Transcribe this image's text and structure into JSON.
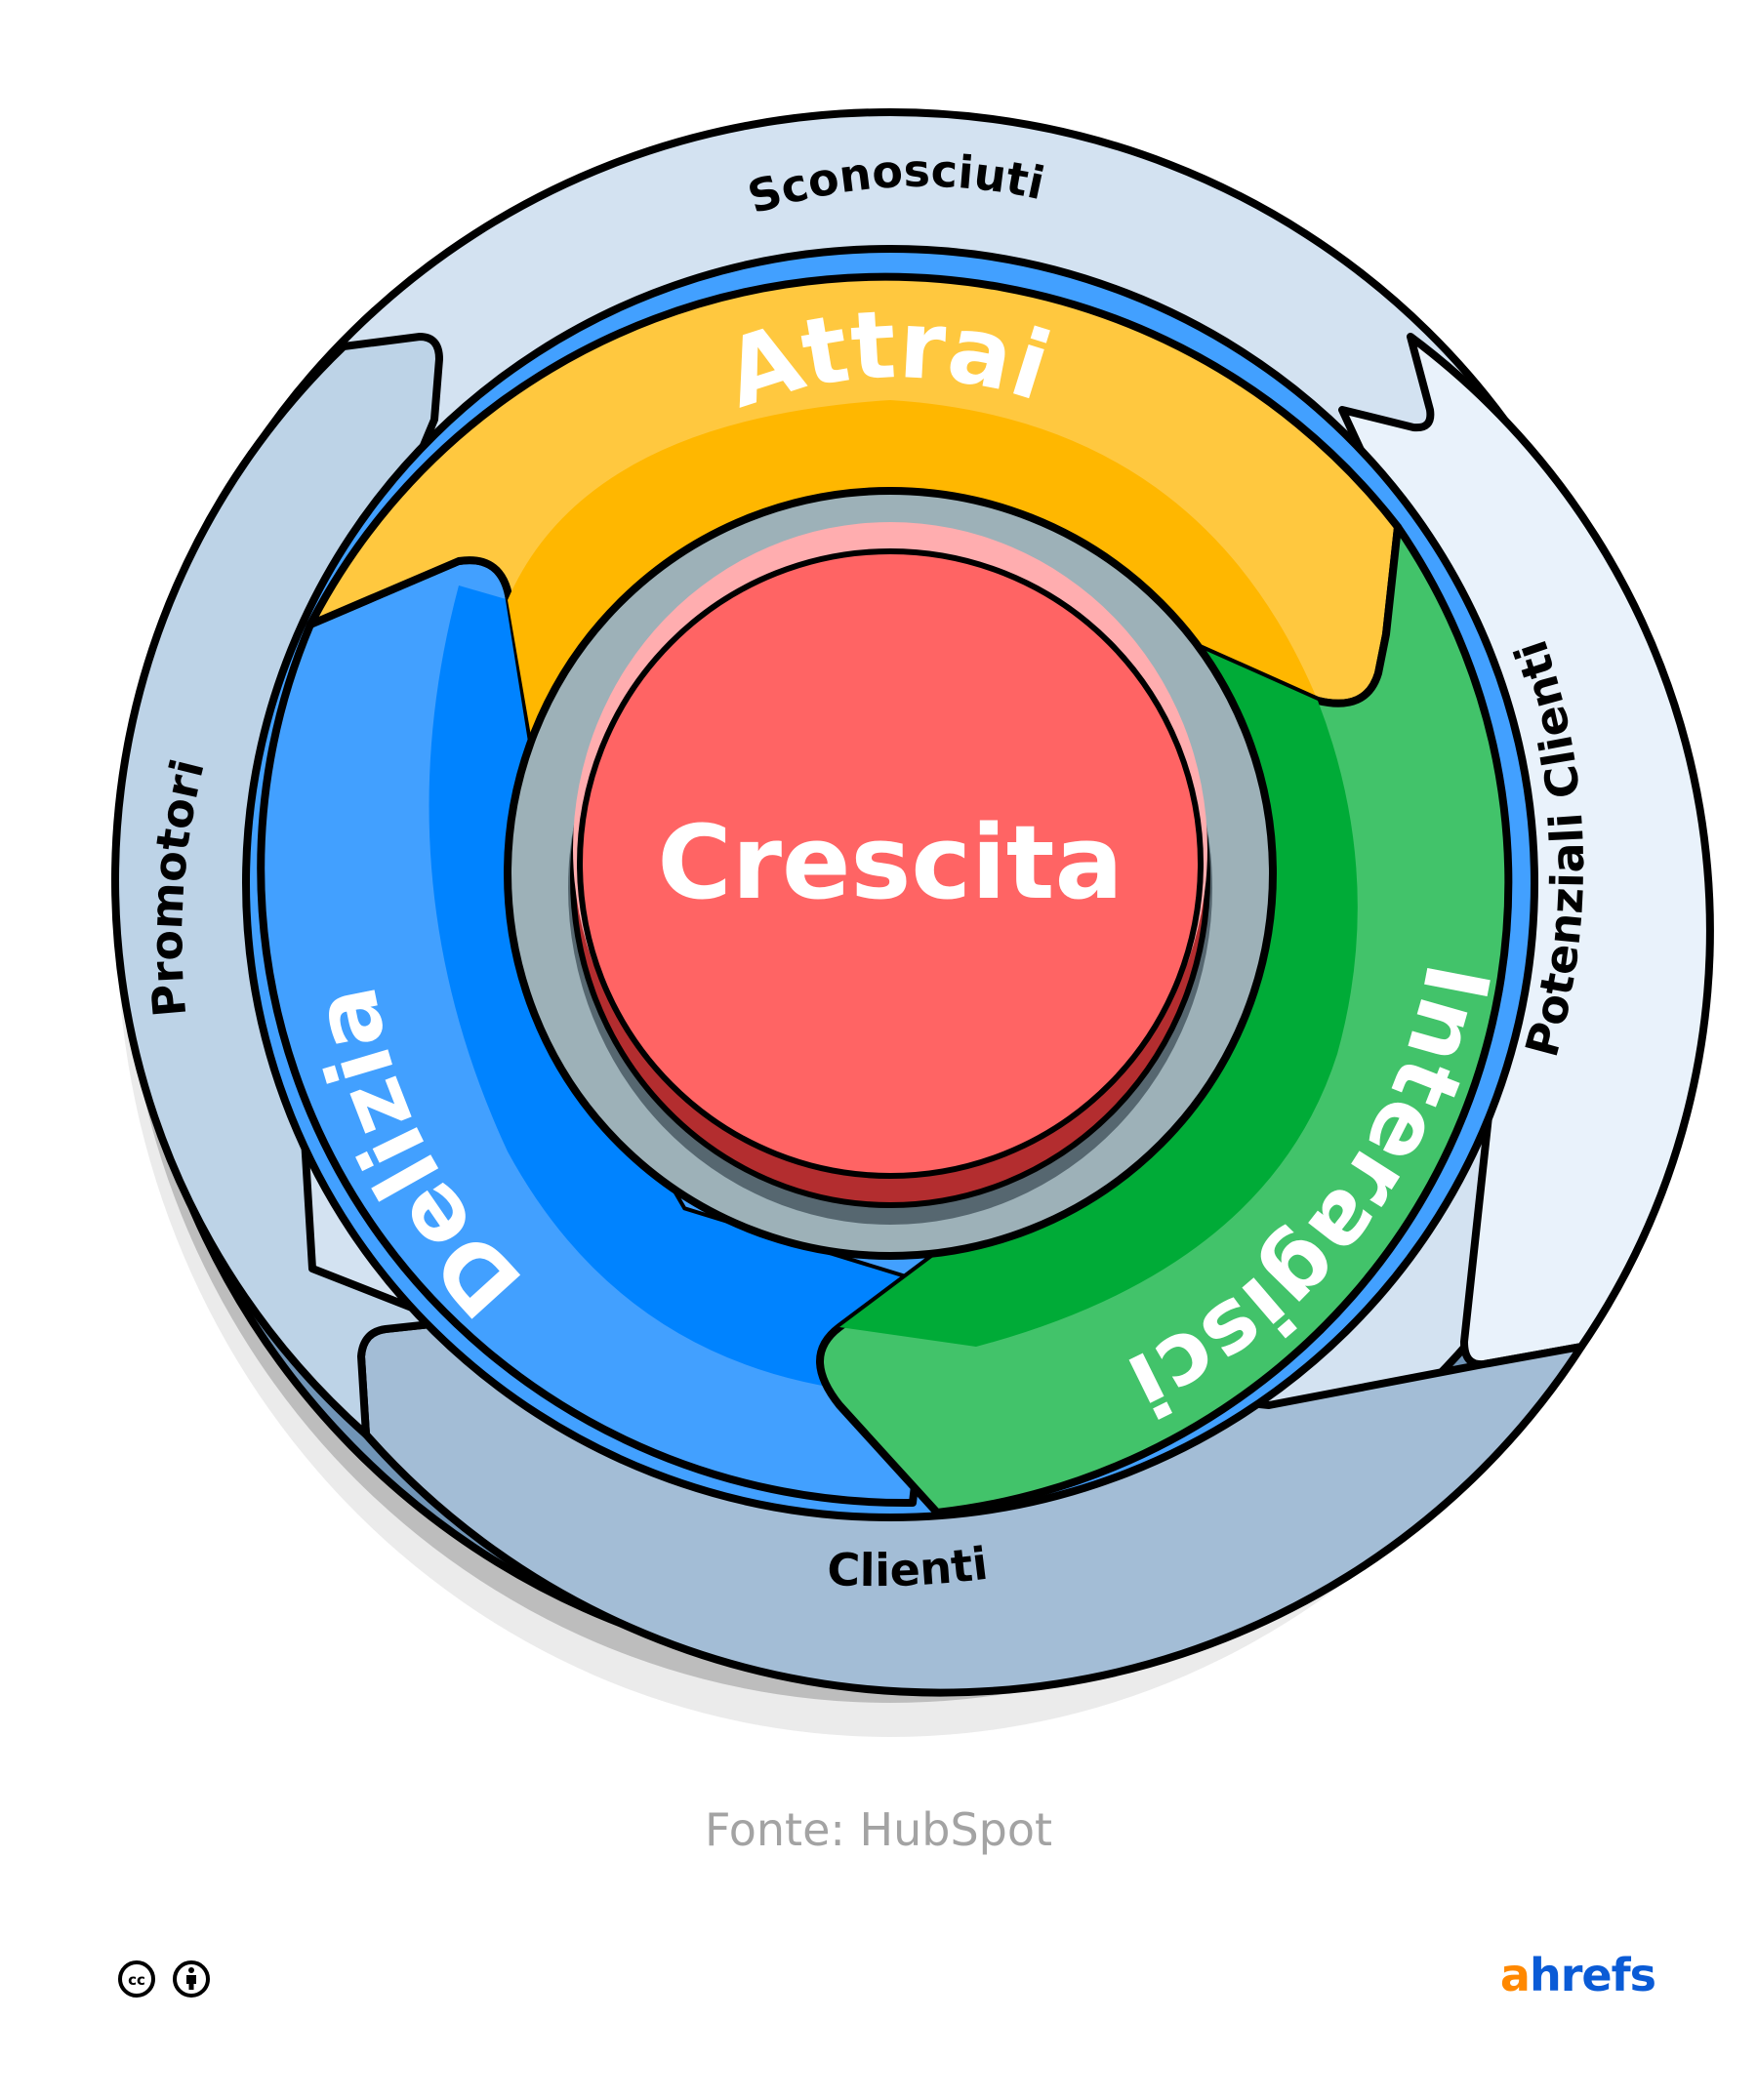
{
  "diagram": {
    "title": "Flywheel",
    "center": {
      "label": "Crescita",
      "color": "#ff6464"
    },
    "stages": [
      {
        "id": "attrai",
        "label": "Attrai",
        "color": "#ffb700",
        "highlight": "#ffc83f"
      },
      {
        "id": "interagisci",
        "label": "Interagisci",
        "color": "#00ab37",
        "highlight": "#42c36a"
      },
      {
        "id": "delizia",
        "label": "Delizia",
        "color": "#0083ff",
        "highlight": "#42a0ff"
      }
    ],
    "outer_ring": [
      {
        "id": "sconosciuti",
        "label": "Sconosciuti",
        "color": "#d3e2f1"
      },
      {
        "id": "potenziali-clienti",
        "label": "Potenziali Clienti",
        "color": "#e9f2fb"
      },
      {
        "id": "clienti",
        "label": "Clienti",
        "color": "#a3bdd6"
      },
      {
        "id": "promotori",
        "label": "Promotori",
        "color": "#bdd3e7"
      }
    ]
  },
  "footer": {
    "source": "Fonte: HubSpot",
    "license_icons": [
      "cc-icon",
      "attribution-icon"
    ],
    "logo": {
      "accent": "a",
      "rest": "hrefs"
    }
  }
}
